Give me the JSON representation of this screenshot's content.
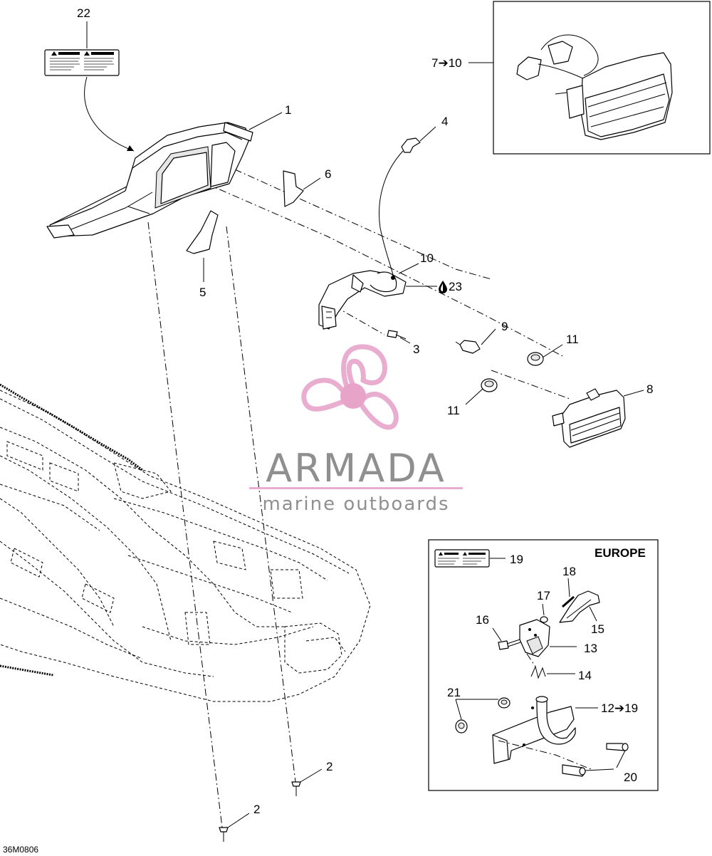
{
  "callouts": {
    "c1": "1",
    "c2a": "2",
    "c2b": "2",
    "c3": "3",
    "c4": "4",
    "c5": "5",
    "c6": "6",
    "c7_10": "7➔10",
    "c8": "8",
    "c9": "9",
    "c10": "10",
    "c11a": "11",
    "c11b": "11",
    "c12_19": "12➔19",
    "c13": "13",
    "c14": "14",
    "c15": "15",
    "c16": "16",
    "c17": "17",
    "c18": "18",
    "c19": "19",
    "c20": "20",
    "c21": "21",
    "c22": "22",
    "c23": "23"
  },
  "inset_europe_label": "EUROPE",
  "watermark": {
    "title": "ARMADA",
    "subtitle": "marine outboards",
    "logo_color": "#e8a9cd",
    "logo_center_color": "#e7a0c6",
    "text_color": "#8a8a8a",
    "rule_color": "#e8a9cd"
  },
  "doc_id": "36M0806",
  "icons": {
    "fluid_drop": "drop-icon",
    "range_arrow": "arrow-right-icon"
  }
}
